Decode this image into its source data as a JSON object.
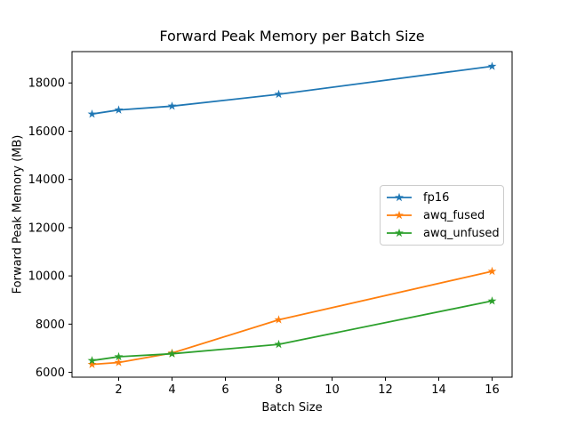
{
  "chart_data": {
    "type": "line",
    "title": "Forward Peak Memory per Batch Size",
    "xlabel": "Batch Size",
    "ylabel": "Forward Peak Memory (MB)",
    "x": [
      1,
      2,
      4,
      8,
      16
    ],
    "series": [
      {
        "name": "fp16",
        "color": "#1f77b4",
        "marker": "star",
        "values": [
          16710,
          16880,
          17040,
          17530,
          18690
        ]
      },
      {
        "name": "awq_fused",
        "color": "#ff7f0e",
        "marker": "star",
        "values": [
          6330,
          6410,
          6800,
          8180,
          10190
        ]
      },
      {
        "name": "awq_unfused",
        "color": "#2ca02c",
        "marker": "star",
        "values": [
          6490,
          6650,
          6770,
          7160,
          8960
        ]
      }
    ],
    "x_ticks": [
      2,
      4,
      6,
      8,
      10,
      12,
      14,
      16
    ],
    "y_ticks": [
      6000,
      8000,
      10000,
      12000,
      14000,
      16000,
      18000
    ],
    "xlim": [
      0.25,
      16.75
    ],
    "ylim": [
      5800,
      19300
    ],
    "grid": false,
    "legend": {
      "position": "center right",
      "labels": [
        "fp16",
        "awq_fused",
        "awq_unfused"
      ]
    },
    "background_color": "#ffffff",
    "axis_color": "#000000"
  }
}
